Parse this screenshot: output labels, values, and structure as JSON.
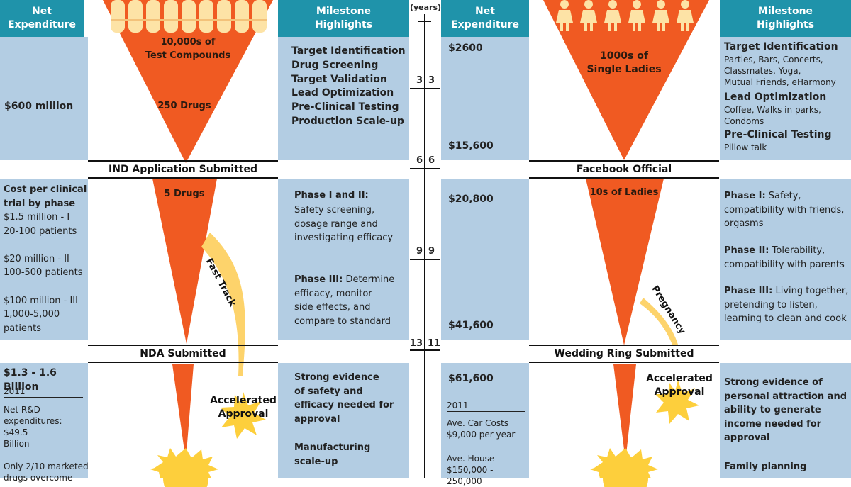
{
  "left": {
    "headers": {
      "net_expenditure": "Net\nExpenditure",
      "milestone": "Milestone\nHighlights"
    },
    "funnel": {
      "top_label": "10,000s of\nTest Compounds",
      "mid_label": "250 Drugs",
      "stage2_label": "5 Drugs",
      "fast_track": "Fast Track",
      "accelerated": "Accelerated\nApproval"
    },
    "expenditure": {
      "s1": "$600 million",
      "s2_title": "Cost per clinical\ntrial by phase",
      "s2_body": "$1.5 million - I\n20-100 patients\n\n$20 million - II\n100-500 patients\n\n$100 million - III\n1,000-5,000\npatients",
      "s3_title": "$1.3 - 1.6 Billion",
      "s3_year": "2011",
      "s3_body": "Net R&D\nexpenditures: $49.5\nBillion\n\nOnly 2/10 marketed\ndrugs overcome"
    },
    "bars": {
      "b1": "IND Application Submitted",
      "b2": "NDA Submitted"
    },
    "milestones": {
      "m1": "Target Identification\nDrug Screening\nTarget Validation\nLead Optimization\nPre-Clinical Testing\nProduction Scale-up",
      "m2_head": "Phase I and II:",
      "m2_body": "Safety screening,\ndosage range and\ninvestigating efficacy",
      "m3_head": "Phase III:",
      "m3_body": " Determine\nefficacy, monitor\nside effects, and\ncompare to standard",
      "m4": "Strong evidence\nof safety and\nefficacy needed for\napproval",
      "m5": "Manufacturing\nscale-up"
    }
  },
  "timeline": {
    "years_label": "(years)",
    "ticks": [
      {
        "left": "3",
        "right": "3"
      },
      {
        "left": "6",
        "right": "6"
      },
      {
        "left": "9",
        "right": "9"
      },
      {
        "left": "13",
        "right": "11"
      }
    ]
  },
  "right": {
    "headers": {
      "net_expenditure": "Net\nExpenditure",
      "milestone": "Milestone\nHighlights"
    },
    "funnel": {
      "top_label": "1000s of\nSingle Ladies",
      "stage2_label": "10s of Ladies",
      "pregnancy": "Pregnancy",
      "accelerated": "Accelerated\nApproval"
    },
    "expenditure": {
      "v1": "$2600",
      "v2": "$15,600",
      "v3": "$20,800",
      "v4": "$41,600",
      "v5": "$61,600",
      "year": "2011",
      "car": "Ave. Car Costs\n$9,000 per year",
      "house": "Ave. House\n$150,000 - 250,000"
    },
    "bars": {
      "b1": "Facebook Official",
      "b2": "Wedding Ring Submitted"
    },
    "milestones": {
      "h1": "Target Identification",
      "s1": "Parties, Bars, Concerts,\nClassmates, Yoga,\nMutual Friends, eHarmony",
      "h2": "Lead Optimization",
      "s2": "Coffee, Walks in parks,\nCondoms",
      "h3": "Pre-Clinical Testing",
      "s3": "Pillow talk",
      "p1_head": "Phase I:",
      "p1_body": " Safety,\ncompatibility with friends,\norgasms",
      "p2_head": "Phase II:",
      "p2_body": " Tolerability,\ncompatibility with parents",
      "p3_head": "Phase III:",
      "p3_body": " Living together,\npretending to listen,\nlearning to clean and cook",
      "e1": "Strong evidence of\npersonal attraction and\nability to generate\nincome needed for\napproval",
      "e2": "Family planning"
    }
  },
  "colors": {
    "header_teal": "#1f93aa",
    "panel_blue": "#b3cde3",
    "funnel_orange": "#f05a22",
    "track_yellow": "#fdd36b",
    "figure_yellow": "#fde3a6",
    "sun_yellow": "#fdcf3c"
  },
  "icons": [
    "pill-icon",
    "woman-icon",
    "sun-burst-icon"
  ]
}
